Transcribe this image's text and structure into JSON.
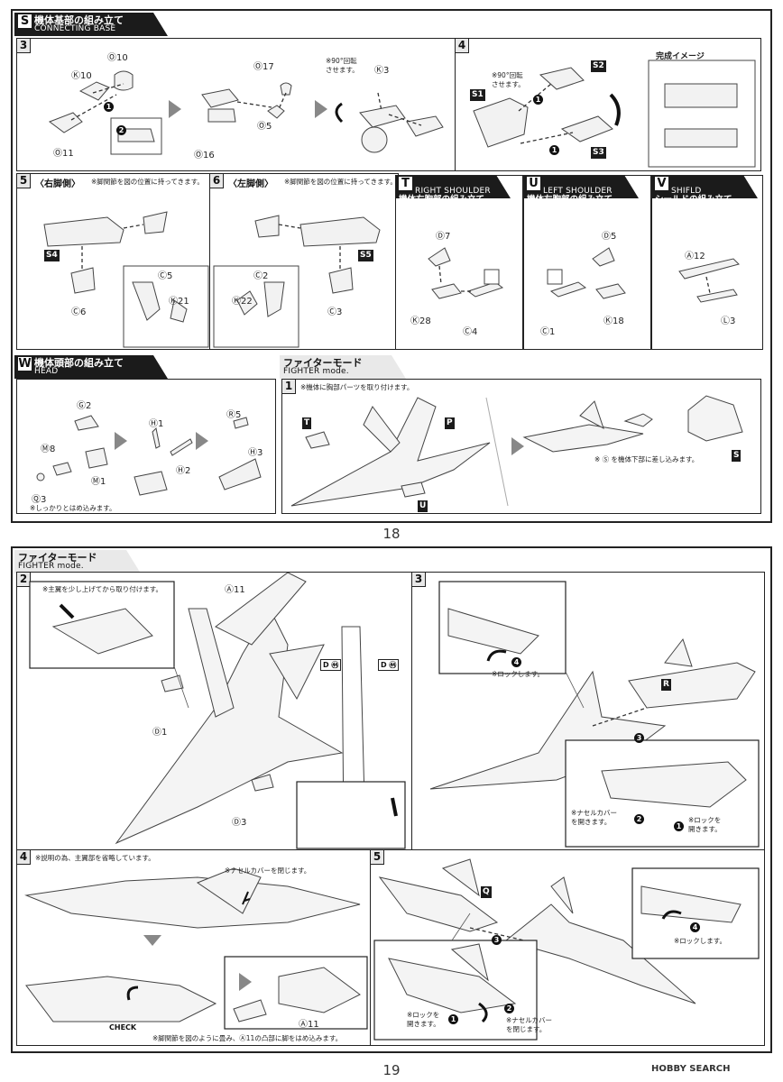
{
  "page18": {
    "page_number": "18",
    "section_s": {
      "letter": "S",
      "title_jp": "機体基部の組み立て",
      "title_en": "CONNECTING BASE"
    },
    "step3": {
      "number": "3",
      "parts": [
        "Ⓚ10",
        "Ⓞ10",
        "Ⓞ11",
        "Ⓞ17",
        "Ⓞ5",
        "Ⓞ16",
        "Ⓚ3"
      ],
      "note": "※90°回転\nさせます。"
    },
    "step4": {
      "number": "4",
      "tags": [
        "S1",
        "S2",
        "S3"
      ],
      "note": "※90°回転\nさせます。",
      "completed_label": "完成イメージ"
    },
    "step5": {
      "number": "5",
      "title": "〈右脚側〉",
      "note": "※脚関節を図の位置に持ってきます。",
      "tag": "S4",
      "parts": [
        "Ⓒ5",
        "Ⓒ6",
        "Ⓚ21"
      ]
    },
    "step6": {
      "number": "6",
      "title": "〈左脚側〉",
      "note": "※脚関節を図の位置に持ってきます。",
      "tag": "S5",
      "parts": [
        "Ⓒ2",
        "Ⓒ3",
        "Ⓚ22"
      ]
    },
    "section_t": {
      "letter": "T",
      "title_jp": "機体右胸部の組み立て",
      "title_en": "RIGHT SHOULDER",
      "parts": [
        "Ⓓ7",
        "Ⓚ28",
        "Ⓒ4"
      ]
    },
    "section_u": {
      "letter": "U",
      "title_jp": "機体左胸部の組み立て",
      "title_en": "LEFT SHOULDER",
      "parts": [
        "Ⓓ5",
        "Ⓒ1",
        "Ⓚ18"
      ]
    },
    "section_v": {
      "letter": "V",
      "title_jp": "シールドの組み立て",
      "title_en": "SHIFLD",
      "parts": [
        "Ⓐ12",
        "Ⓛ3"
      ]
    },
    "section_w": {
      "letter": "W",
      "title_jp": "機体頭部の組み立て",
      "title_en": "HEAD",
      "parts": [
        "Ⓖ2",
        "Ⓜ8",
        "Ⓜ1",
        "Ⓠ3",
        "Ⓗ1",
        "Ⓗ2",
        "Ⓡ5",
        "Ⓗ3"
      ],
      "note": "※しっかりとはめ込みます。"
    },
    "fighter": {
      "title_jp": "ファイターモード",
      "title_en": "FIGHTER mode.",
      "step1": {
        "number": "1",
        "note": "※機体に胸部パーツを取り付けます。",
        "tags": [
          "T",
          "P",
          "U",
          "S"
        ],
        "note2": "※ Ⓢ を機体下部に差し込みます。"
      }
    }
  },
  "page19": {
    "page_number": "19",
    "fighter": {
      "title_jp": "ファイターモード",
      "title_en": "FIGHTER mode."
    },
    "step2": {
      "number": "2",
      "note": "※主翼を少し上げてから取り付けます。",
      "parts": [
        "Ⓐ11",
        "Ⓓ1",
        "Ⓓ3",
        "D ㊹",
        "D ㊹"
      ]
    },
    "step3": {
      "number": "3",
      "note_lock": "※ロックします。",
      "tag": "R",
      "note_cover": "※ナセルカバー\nを開きます。",
      "note_unlock": "※ロックを\n開きます。"
    },
    "step4": {
      "number": "4",
      "note": "※説明の為、主翼部を省略しています。",
      "note_close": "※ナセルカバーを閉じます。",
      "check": "CHECK",
      "part": "Ⓐ11",
      "bottom_note": "※脚関節を図のように畳み、Ⓐ11の凸部に脚をはめ込みます。"
    },
    "step5": {
      "number": "5",
      "tag": "Q",
      "note_lock": "※ロックします。",
      "note_unlock": "※ロックを\n開きます。",
      "note_cover": "※ナセルカバー\nを閉じます。"
    },
    "footer": "HOBBY SEARCH"
  },
  "colors": {
    "ink": "#111111",
    "tab": "#1b1b1b",
    "arrow": "#888888",
    "panel": "#e8e8e8"
  }
}
